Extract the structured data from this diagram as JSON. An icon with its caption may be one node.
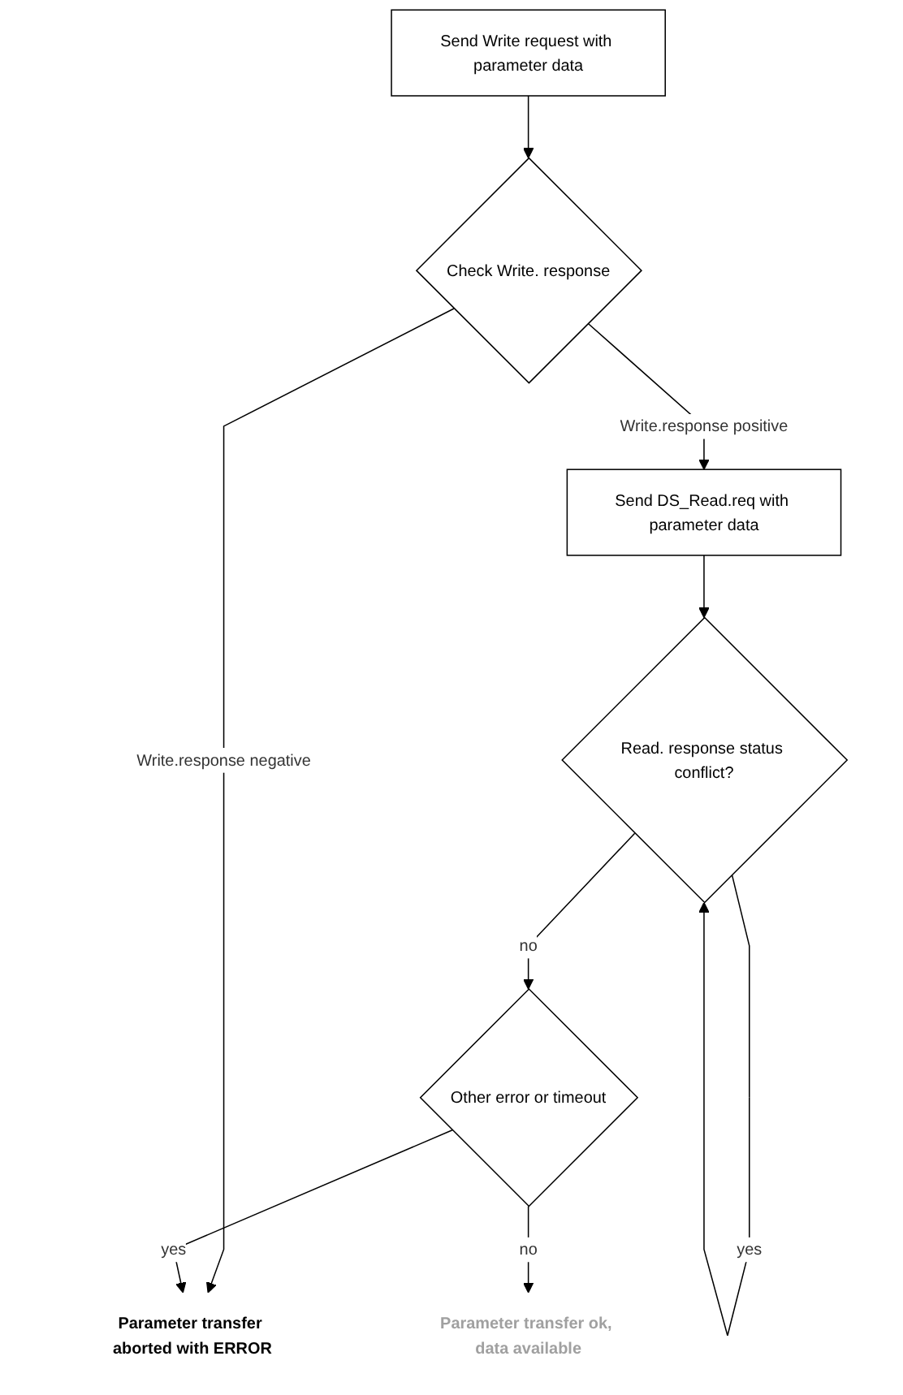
{
  "diagram": {
    "nodes": [
      {
        "text": [
          "Send Write request with parameter data"
        ]
      },
      {
        "text": [
          "Check Write. response"
        ]
      },
      {
        "text": [
          "Send DS_Read.req with parameter data"
        ]
      },
      {
        "text": [
          "Read. response status conflict?"
        ]
      },
      {
        "text": [
          "Other error or timeout"
        ]
      },
      {
        "text": [
          "Parameter transfer ok, data available"
        ]
      },
      {
        "text": [
          "Parameter transfer aborted with ERROR"
        ]
      }
    ],
    "edges": [
      {
        "from": 0,
        "to": 1,
        "arrow": "to"
      },
      {
        "from": 1,
        "to": 6,
        "arrow": "to",
        "label": "Write.response negative"
      },
      {
        "from": 1,
        "to": 2,
        "arrow": "to",
        "label": "Write.response positive"
      },
      {
        "from": 2,
        "to": 3,
        "arrow": "to"
      },
      {
        "from": 3,
        "to": 3,
        "arrow": "to",
        "label": "yes"
      },
      {
        "from": 3,
        "to": 4,
        "arrow": "to",
        "label": "no"
      },
      {
        "from": 4,
        "to": 5,
        "arrow": "to",
        "label": "no"
      },
      {
        "from": 4,
        "to": 6,
        "arrow": "to",
        "label": "yes"
      }
    ]
  }
}
